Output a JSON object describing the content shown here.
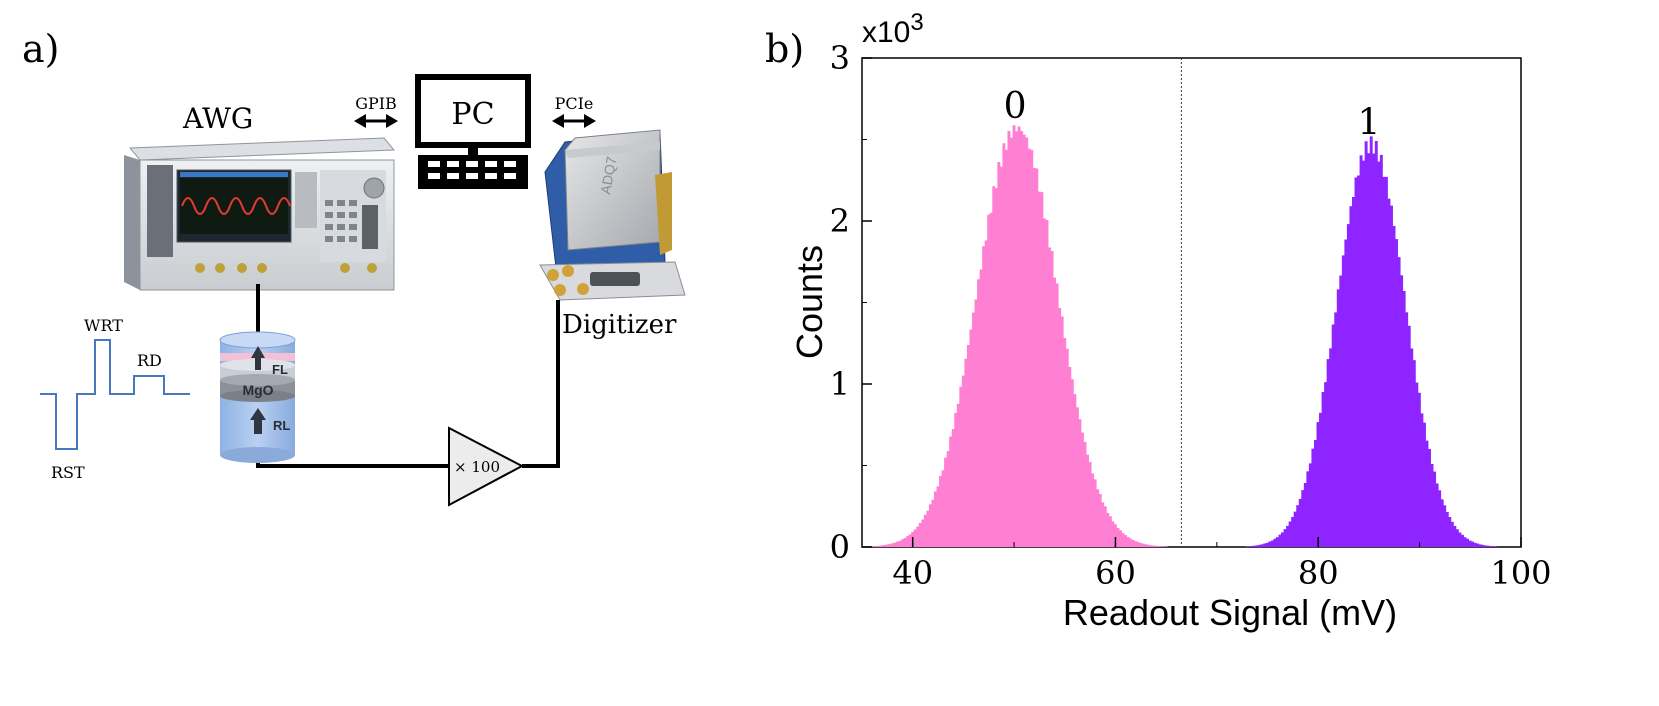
{
  "panel_a": {
    "label": "a)",
    "awg_label": "AWG",
    "pc_label": "PC",
    "gpib_label": "GPIB",
    "pcie_label": "PCIe",
    "digitizer_label": "Digitizer",
    "amplifier_label": "× 100",
    "pulse_labels": {
      "wrt": "WRT",
      "rd": "RD",
      "rst": "RST"
    },
    "mtj_layers": {
      "free_layer": "FL",
      "barrier": "MgO",
      "reference_layer": "RL"
    }
  },
  "panel_b": {
    "label": "b)",
    "chart_data": {
      "type": "bar",
      "ylabel": "Counts",
      "xlabel": "Readout Signal (mV)",
      "y_multiplier": "x10",
      "y_multiplier_exponent": "3",
      "xlim": [
        35,
        100
      ],
      "ylim": [
        0,
        3
      ],
      "x_ticks": [
        40,
        60,
        80,
        100
      ],
      "y_ticks": [
        0,
        1,
        2,
        3
      ],
      "threshold": 66.5,
      "series": [
        {
          "name": "0",
          "mean": 50.3,
          "sigma": 4.0,
          "peak": 2.57,
          "color": "#ff80d2"
        },
        {
          "name": "1",
          "mean": 85.2,
          "sigma": 3.4,
          "peak": 2.47,
          "color": "#8e24ff"
        }
      ]
    }
  }
}
